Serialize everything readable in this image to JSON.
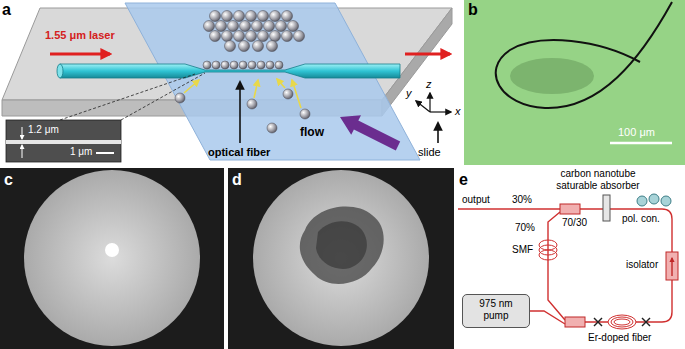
{
  "diagram": {
    "nodes": [
      {
        "text": [
          "975 nm pump"
        ]
      }
    ],
    "labels": [
      "a",
      "1.55 μm laser",
      "1.2 μm",
      "1 μm",
      "optical fiber",
      "flow",
      "y",
      "z",
      "x",
      "slide",
      "b",
      "100 μm",
      "c",
      "d",
      "e",
      "carbon nanotube saturable absorber",
      "output",
      "30%",
      "70/30",
      "pol. con.",
      "70%",
      "SMF",
      "isolator",
      "Er-doped fiber"
    ]
  }
}
